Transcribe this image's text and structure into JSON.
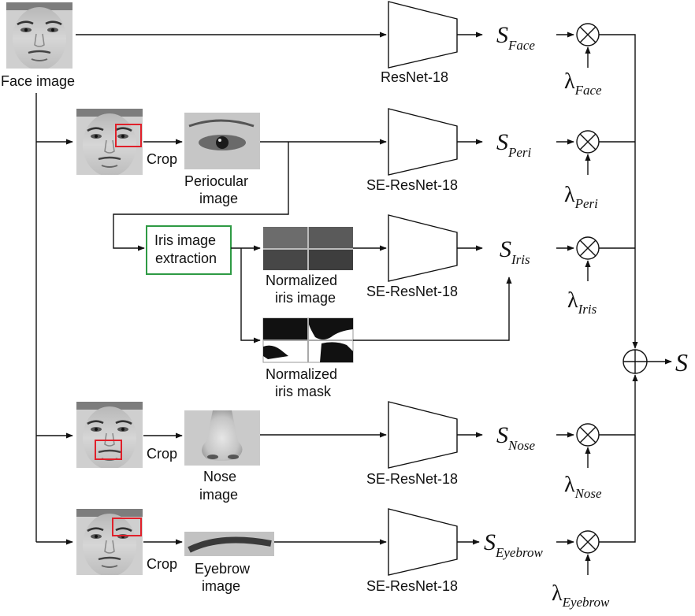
{
  "inputs": {
    "face_image_label": "Face image"
  },
  "crop_label": "Crop",
  "branches": {
    "face": {
      "network": "ResNet-18",
      "score_main": "S",
      "score_sub": "Face",
      "weight_main": "λ",
      "weight_sub": "Face"
    },
    "peri": {
      "crop_image_label_1": "Periocular",
      "crop_image_label_2": "image",
      "network": "SE-ResNet-18",
      "score_main": "S",
      "score_sub": "Peri",
      "weight_main": "λ",
      "weight_sub": "Peri"
    },
    "iris": {
      "extraction_label_1": "Iris image",
      "extraction_label_2": "extraction",
      "norm_image_label_1": "Normalized",
      "norm_image_label_2": "iris image",
      "norm_mask_label_1": "Normalized",
      "norm_mask_label_2": "iris mask",
      "network": "SE-ResNet-18",
      "score_main": "S",
      "score_sub": "Iris",
      "weight_main": "λ",
      "weight_sub": "Iris"
    },
    "nose": {
      "crop_image_label_1": "Nose",
      "crop_image_label_2": "image",
      "network": "SE-ResNet-18",
      "score_main": "S",
      "score_sub": "Nose",
      "weight_main": "λ",
      "weight_sub": "Nose"
    },
    "eyebrow": {
      "crop_image_label_1": "Eyebrow",
      "crop_image_label_2": "image",
      "network": "SE-ResNet-18",
      "score_main": "S",
      "score_sub": "Eyebrow",
      "weight_main": "λ",
      "weight_sub": "Eyebrow"
    }
  },
  "output": {
    "score": "S"
  },
  "colors": {
    "crop_box": "#e0202a",
    "extraction_box": "#2e9a44",
    "line": "#111111"
  }
}
